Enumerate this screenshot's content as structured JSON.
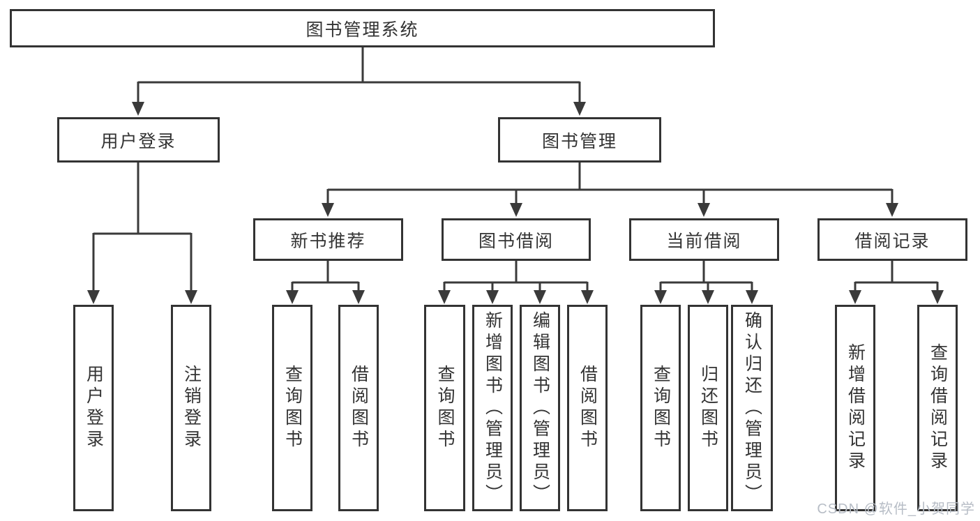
{
  "diagram": {
    "title": "图书管理系统",
    "root": {
      "label": "图书管理系统"
    },
    "level2": [
      {
        "label": "用户登录"
      },
      {
        "label": "图书管理"
      }
    ],
    "level3": [
      {
        "label": "新书推荐"
      },
      {
        "label": "图书借阅"
      },
      {
        "label": "当前借阅"
      },
      {
        "label": "借阅记录"
      }
    ],
    "leaves": {
      "login": [
        {
          "label": "用户登录"
        },
        {
          "label": "注销登录"
        }
      ],
      "new_books": [
        {
          "label": "查询图书"
        },
        {
          "label": "借阅图书"
        }
      ],
      "book_borrow": [
        {
          "label": "查询图书"
        },
        {
          "label": "新增图书（管理员）"
        },
        {
          "label": "编辑图书（管理员）"
        },
        {
          "label": "借阅图书"
        }
      ],
      "current_borrow": [
        {
          "label": "查询图书"
        },
        {
          "label": "归还图书"
        },
        {
          "label": "确认归还（管理员）"
        }
      ],
      "borrow_records": [
        {
          "label": "新增借阅记录"
        },
        {
          "label": "查询借阅记录"
        }
      ]
    }
  },
  "watermark": {
    "text": "CSDN @软件_小贺同学"
  },
  "colors": {
    "line": "#3a3a3a",
    "box_border": "#333333",
    "text": "#333333",
    "watermark": "#b7bdc6",
    "background": "#ffffff"
  }
}
